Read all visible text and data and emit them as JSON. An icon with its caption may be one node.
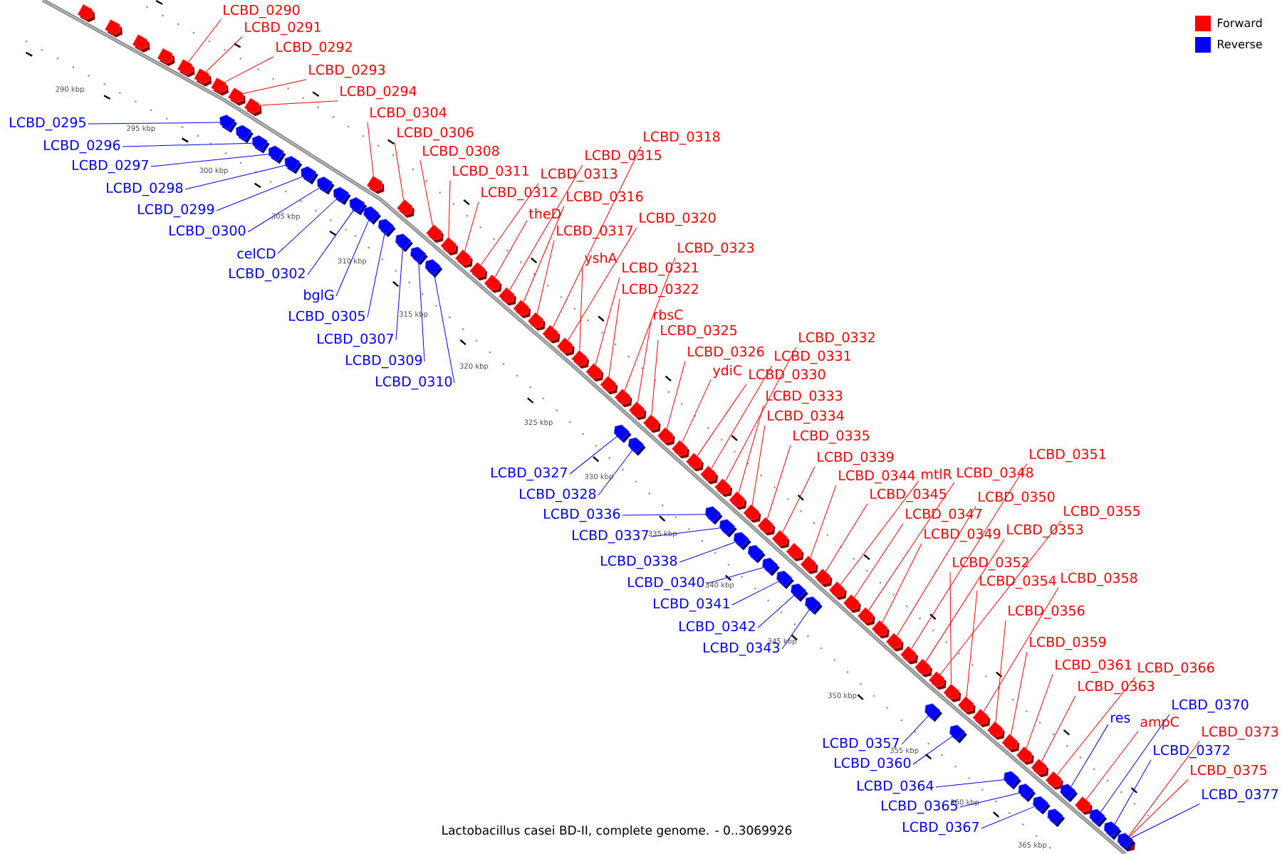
{
  "diagram": {
    "caption": "Lactobacillus casei BD-II, complete genome. - 0..3069926",
    "nodes": [
      {
        "text": [
          "LCBD_0290"
        ]
      },
      {
        "text": [
          "LCBD_0291"
        ]
      },
      {
        "text": [
          "LCBD_0292"
        ]
      },
      {
        "text": [
          "LCBD_0293"
        ]
      },
      {
        "text": [
          "LCBD_0294"
        ]
      },
      {
        "text": [
          "LCBD_0295"
        ]
      },
      {
        "text": [
          "LCBD_0296"
        ]
      },
      {
        "text": [
          "LCBD_0297"
        ]
      },
      {
        "text": [
          "LCBD_0298"
        ]
      },
      {
        "text": [
          "LCBD_0299"
        ]
      },
      {
        "text": [
          "LCBD_0300"
        ]
      },
      {
        "text": [
          "celCD"
        ]
      },
      {
        "text": [
          "LCBD_0302"
        ]
      },
      {
        "text": [
          "LCBD_0304"
        ]
      },
      {
        "text": [
          "bglG"
        ]
      },
      {
        "text": [
          "LCBD_0305"
        ]
      },
      {
        "text": [
          "LCBD_0306"
        ]
      },
      {
        "text": [
          "LCBD_0307"
        ]
      },
      {
        "text": [
          "LCBD_0308"
        ]
      },
      {
        "text": [
          "LCBD_0309"
        ]
      },
      {
        "text": [
          "LCBD_0310"
        ]
      },
      {
        "text": [
          "LCBD_0311"
        ]
      },
      {
        "text": [
          "LCBD_0312"
        ]
      },
      {
        "text": [
          "LCBD_0313"
        ]
      },
      {
        "text": [
          "theD"
        ]
      },
      {
        "text": [
          "LCBD_0315"
        ]
      },
      {
        "text": [
          "LCBD_0316"
        ]
      },
      {
        "text": [
          "LCBD_0317"
        ]
      },
      {
        "text": [
          "LCBD_0318"
        ]
      },
      {
        "text": [
          "LCBD_0320"
        ]
      },
      {
        "text": [
          "yshA"
        ]
      },
      {
        "text": [
          "LCBD_0321"
        ]
      },
      {
        "text": [
          "LCBD_0322"
        ]
      },
      {
        "text": [
          "LCBD_0323"
        ]
      },
      {
        "text": [
          "rbsC"
        ]
      },
      {
        "text": [
          "LCBD_0325"
        ]
      },
      {
        "text": [
          "LCBD_0326"
        ]
      },
      {
        "text": [
          "LCBD_0327"
        ]
      },
      {
        "text": [
          "LCBD_0328"
        ]
      },
      {
        "text": [
          "ydiC"
        ]
      },
      {
        "text": [
          "LCBD_0330"
        ]
      },
      {
        "text": [
          "LCBD_0331"
        ]
      },
      {
        "text": [
          "LCBD_0332"
        ]
      },
      {
        "text": [
          "LCBD_0333"
        ]
      },
      {
        "text": [
          "LCBD_0334"
        ]
      },
      {
        "text": [
          "LCBD_0335"
        ]
      },
      {
        "text": [
          "LCBD_0336"
        ]
      },
      {
        "text": [
          "LCBD_0337"
        ]
      },
      {
        "text": [
          "LCBD_0338"
        ]
      },
      {
        "text": [
          "LCBD_0339"
        ]
      },
      {
        "text": [
          "LCBD_0340"
        ]
      },
      {
        "text": [
          "LCBD_0341"
        ]
      },
      {
        "text": [
          "LCBD_0342"
        ]
      },
      {
        "text": [
          "LCBD_0343"
        ]
      },
      {
        "text": [
          "LCBD_0344"
        ]
      },
      {
        "text": [
          "mtlR"
        ]
      },
      {
        "text": [
          "LCBD_0345"
        ]
      },
      {
        "text": [
          "LCBD_0347"
        ]
      },
      {
        "text": [
          "LCBD_0348"
        ]
      },
      {
        "text": [
          "LCBD_0349"
        ]
      },
      {
        "text": [
          "LCBD_0350"
        ]
      },
      {
        "text": [
          "LCBD_0351"
        ]
      },
      {
        "text": [
          "LCBD_0352"
        ]
      },
      {
        "text": [
          "LCBD_0353"
        ]
      },
      {
        "text": [
          "LCBD_0354"
        ]
      },
      {
        "text": [
          "LCBD_0355"
        ]
      },
      {
        "text": [
          "LCBD_0356"
        ]
      },
      {
        "text": [
          "LCBD_0357"
        ]
      },
      {
        "text": [
          "LCBD_0358"
        ]
      },
      {
        "text": [
          "LCBD_0359"
        ]
      },
      {
        "text": [
          "LCBD_0360"
        ]
      },
      {
        "text": [
          "LCBD_0361"
        ]
      },
      {
        "text": [
          "LCBD_0363"
        ]
      },
      {
        "text": [
          "LCBD_0364"
        ]
      },
      {
        "text": [
          "LCBD_0365"
        ]
      },
      {
        "text": [
          "LCBD_0366"
        ]
      },
      {
        "text": [
          "LCBD_0367"
        ]
      },
      {
        "text": [
          "res"
        ]
      },
      {
        "text": [
          "ampC"
        ]
      },
      {
        "text": [
          "LCBD_0370"
        ]
      },
      {
        "text": [
          "LCBD_0372"
        ]
      },
      {
        "text": [
          "LCBD_0373"
        ]
      },
      {
        "text": [
          "LCBD_0375"
        ]
      },
      {
        "text": [
          "LCBD_0377"
        ]
      },
      {
        "text": [],
        "shape": "arrow"
      },
      {
        "text": [],
        "shape": "arrow"
      },
      {
        "text": [],
        "shape": "arrow"
      },
      {
        "text": [],
        "shape": "arrow"
      },
      {
        "text": [],
        "shape": "arrow"
      },
      {
        "text": [],
        "shape": "arrow"
      },
      {
        "text": [],
        "shape": "arrow"
      },
      {
        "text": [],
        "shape": "arrow"
      },
      {
        "text": [],
        "shape": "arrow"
      },
      {
        "text": [],
        "shape": "arrow"
      },
      {
        "text": [],
        "shape": "arrow"
      },
      {
        "text": [],
        "shape": "arrow"
      },
      {
        "text": [],
        "shape": "arrow"
      },
      {
        "text": [],
        "shape": "arrow"
      },
      {
        "text": [],
        "shape": "arrow"
      },
      {
        "text": [],
        "shape": "arrow"
      },
      {
        "text": [],
        "shape": "arrow"
      },
      {
        "text": [],
        "shape": "arrow"
      },
      {
        "text": [],
        "shape": "arrow"
      },
      {
        "text": [],
        "shape": "arrow"
      },
      {
        "text": [],
        "shape": "arrow"
      },
      {
        "text": [],
        "shape": "arrow"
      },
      {
        "text": [],
        "shape": "arrow"
      },
      {
        "text": [],
        "shape": "arrow"
      },
      {
        "text": [],
        "shape": "arrow"
      },
      {
        "text": [],
        "shape": "arrow"
      },
      {
        "text": [],
        "shape": "arrow"
      },
      {
        "text": [],
        "shape": "arrow"
      },
      {
        "text": [],
        "shape": "arrow"
      },
      {
        "text": [],
        "shape": "arrow"
      },
      {
        "text": [],
        "shape": "arrow"
      },
      {
        "text": [],
        "shape": "arrow"
      },
      {
        "text": [],
        "shape": "arrow"
      },
      {
        "text": [],
        "shape": "arrow"
      },
      {
        "text": [],
        "shape": "arrow"
      },
      {
        "text": [],
        "shape": "arrow"
      },
      {
        "text": [],
        "shape": "arrow"
      },
      {
        "text": [],
        "shape": "arrow"
      },
      {
        "text": [],
        "shape": "arrow"
      },
      {
        "text": [],
        "shape": "arrow"
      },
      {
        "text": [],
        "shape": "arrow"
      },
      {
        "text": [],
        "shape": "arrow"
      },
      {
        "text": [],
        "shape": "arrow"
      },
      {
        "text": [],
        "shape": "arrow"
      },
      {
        "text": [],
        "shape": "arrow"
      },
      {
        "text": [],
        "shape": "arrow"
      },
      {
        "text": [],
        "shape": "arrow"
      },
      {
        "text": [],
        "shape": "arrow"
      },
      {
        "text": [],
        "shape": "arrow"
      },
      {
        "text": [],
        "shape": "arrow"
      },
      {
        "text": [],
        "shape": "arrow"
      },
      {
        "text": [],
        "shape": "arrow"
      },
      {
        "text": [],
        "shape": "arrow"
      },
      {
        "text": [],
        "shape": "arrow"
      },
      {
        "text": [],
        "shape": "arrow"
      },
      {
        "text": [],
        "shape": "arrow"
      },
      {
        "text": [],
        "shape": "arrow"
      },
      {
        "text": [],
        "shape": "arrow"
      },
      {
        "text": [],
        "shape": "arrow"
      },
      {
        "text": [],
        "shape": "arrow"
      },
      {
        "text": [],
        "shape": "arrow"
      },
      {
        "text": [],
        "shape": "arrow"
      },
      {
        "text": [],
        "shape": "arrow"
      },
      {
        "text": [],
        "shape": "arrow"
      },
      {
        "text": [],
        "shape": "arrow"
      },
      {
        "text": [],
        "shape": "arrow"
      },
      {
        "text": [],
        "shape": "arrow"
      },
      {
        "text": [],
        "shape": "arrow"
      },
      {
        "text": [],
        "shape": "arrow"
      },
      {
        "text": [],
        "shape": "arrow"
      },
      {
        "text": [],
        "shape": "arrow"
      },
      {
        "text": [],
        "shape": "arrow"
      },
      {
        "text": [],
        "shape": "arrow"
      },
      {
        "text": [],
        "shape": "arrow"
      },
      {
        "text": [],
        "shape": "arrow"
      },
      {
        "text": [],
        "shape": "arrow"
      },
      {
        "text": [],
        "shape": "arrow"
      },
      {
        "text": [],
        "shape": "arrow"
      },
      {
        "text": [],
        "shape": "arrow"
      },
      {
        "text": [],
        "shape": "arrow"
      },
      {
        "text": [],
        "shape": "arrow"
      },
      {
        "text": [],
        "shape": "arrow"
      },
      {
        "text": [],
        "shape": "arrow"
      },
      {
        "text": [],
        "shape": "arrow"
      },
      {
        "text": [],
        "shape": "arrow"
      },
      {
        "text": [],
        "shape": "arrow"
      },
      {
        "text": [],
        "shape": "arrow"
      },
      {
        "text": [],
        "shape": "arrow"
      },
      {
        "text": [],
        "shape": "arrow"
      },
      {
        "text": [],
        "shape": "arrow"
      },
      {
        "text": [],
        "shape": "arrow"
      },
      {
        "text": [],
        "shape": "arrow"
      }
    ],
    "edges": [
      {
        "from": 0,
        "to": 84,
        "arrow": "none"
      },
      {
        "from": 1,
        "to": 85,
        "arrow": "none"
      },
      {
        "from": 2,
        "to": 86,
        "arrow": "none"
      },
      {
        "from": 3,
        "to": 87,
        "arrow": "none"
      },
      {
        "from": 4,
        "to": 88,
        "arrow": "none"
      },
      {
        "from": 5,
        "to": 89,
        "arrow": "none",
        "color": "#0000ff"
      },
      {
        "from": 6,
        "to": 90,
        "arrow": "none",
        "color": "#0000ff"
      },
      {
        "from": 7,
        "to": 91,
        "arrow": "none",
        "color": "#0000ff"
      },
      {
        "from": 8,
        "to": 92,
        "arrow": "none",
        "color": "#0000ff"
      },
      {
        "from": 9,
        "to": 93,
        "arrow": "none",
        "color": "#0000ff"
      },
      {
        "from": 10,
        "to": 94,
        "arrow": "none",
        "color": "#0000ff"
      },
      {
        "from": 11,
        "to": 95,
        "arrow": "none",
        "color": "#0000ff"
      },
      {
        "from": 12,
        "to": 96,
        "arrow": "none",
        "color": "#0000ff"
      },
      {
        "from": 13,
        "to": 97,
        "arrow": "none"
      },
      {
        "from": 14,
        "to": 98,
        "arrow": "none",
        "color": "#0000ff"
      },
      {
        "from": 15,
        "to": 99,
        "arrow": "none",
        "color": "#0000ff"
      },
      {
        "from": 16,
        "to": 100,
        "arrow": "none"
      },
      {
        "from": 17,
        "to": 101,
        "arrow": "none",
        "color": "#0000ff"
      },
      {
        "from": 18,
        "to": 102,
        "arrow": "none"
      },
      {
        "from": 19,
        "to": 103,
        "arrow": "none",
        "color": "#0000ff"
      },
      {
        "from": 20,
        "to": 104,
        "arrow": "none",
        "color": "#0000ff"
      },
      {
        "from": 21,
        "to": 105,
        "arrow": "none"
      },
      {
        "from": 22,
        "to": 106,
        "arrow": "none"
      },
      {
        "from": 23,
        "to": 107,
        "arrow": "none"
      },
      {
        "from": 24,
        "to": 108,
        "arrow": "none"
      },
      {
        "from": 25,
        "to": 109,
        "arrow": "none"
      },
      {
        "from": 26,
        "to": 110,
        "arrow": "none"
      },
      {
        "from": 27,
        "to": 111,
        "arrow": "none"
      },
      {
        "from": 28,
        "to": 112,
        "arrow": "none"
      },
      {
        "from": 29,
        "to": 113,
        "arrow": "none"
      },
      {
        "from": 30,
        "to": 114,
        "arrow": "none"
      },
      {
        "from": 31,
        "to": 115,
        "arrow": "none"
      },
      {
        "from": 32,
        "to": 116,
        "arrow": "none"
      },
      {
        "from": 33,
        "to": 117,
        "arrow": "none"
      },
      {
        "from": 34,
        "to": 118,
        "arrow": "none"
      },
      {
        "from": 35,
        "to": 119,
        "arrow": "none"
      },
      {
        "from": 36,
        "to": 120,
        "arrow": "none"
      },
      {
        "from": 37,
        "to": 121,
        "arrow": "none",
        "color": "#0000ff"
      },
      {
        "from": 38,
        "to": 122,
        "arrow": "none",
        "color": "#0000ff"
      },
      {
        "from": 39,
        "to": 123,
        "arrow": "none"
      },
      {
        "from": 40,
        "to": 124,
        "arrow": "none"
      },
      {
        "from": 41,
        "to": 125,
        "arrow": "none"
      },
      {
        "from": 42,
        "to": 126,
        "arrow": "none"
      },
      {
        "from": 43,
        "to": 127,
        "arrow": "none"
      },
      {
        "from": 44,
        "to": 128,
        "arrow": "none"
      },
      {
        "from": 45,
        "to": 129,
        "arrow": "none"
      },
      {
        "from": 46,
        "to": 130,
        "arrow": "none",
        "color": "#0000ff"
      },
      {
        "from": 47,
        "to": 131,
        "arrow": "none",
        "color": "#0000ff"
      },
      {
        "from": 48,
        "to": 132,
        "arrow": "none",
        "color": "#0000ff"
      },
      {
        "from": 49,
        "to": 133,
        "arrow": "none"
      },
      {
        "from": 50,
        "to": 134,
        "arrow": "none",
        "color": "#0000ff"
      },
      {
        "from": 51,
        "to": 135,
        "arrow": "none",
        "color": "#0000ff"
      },
      {
        "from": 52,
        "to": 136,
        "arrow": "none",
        "color": "#0000ff"
      },
      {
        "from": 53,
        "to": 137,
        "arrow": "none",
        "color": "#0000ff"
      },
      {
        "from": 54,
        "to": 138,
        "arrow": "none"
      },
      {
        "from": 55,
        "to": 139,
        "arrow": "none"
      },
      {
        "from": 56,
        "to": 140,
        "arrow": "none"
      },
      {
        "from": 57,
        "to": 141,
        "arrow": "none"
      },
      {
        "from": 58,
        "to": 142,
        "arrow": "none"
      },
      {
        "from": 59,
        "to": 143,
        "arrow": "none"
      },
      {
        "from": 60,
        "to": 144,
        "arrow": "none"
      },
      {
        "from": 61,
        "to": 145,
        "arrow": "none"
      },
      {
        "from": 62,
        "to": 146,
        "arrow": "none"
      },
      {
        "from": 63,
        "to": 147,
        "arrow": "none"
      },
      {
        "from": 64,
        "to": 148,
        "arrow": "none"
      },
      {
        "from": 65,
        "to": 149,
        "arrow": "none"
      },
      {
        "from": 66,
        "to": 150,
        "arrow": "none"
      },
      {
        "from": 67,
        "to": 151,
        "arrow": "none",
        "color": "#0000ff"
      },
      {
        "from": 68,
        "to": 152,
        "arrow": "none"
      },
      {
        "from": 69,
        "to": 153,
        "arrow": "none"
      },
      {
        "from": 70,
        "to": 154,
        "arrow": "none",
        "color": "#0000ff"
      },
      {
        "from": 71,
        "to": 155,
        "arrow": "none"
      },
      {
        "from": 72,
        "to": 156,
        "arrow": "none"
      },
      {
        "from": 73,
        "to": 157,
        "arrow": "none",
        "color": "#0000ff"
      },
      {
        "from": 74,
        "to": 158,
        "arrow": "none",
        "color": "#0000ff"
      },
      {
        "from": 75,
        "to": 159,
        "arrow": "none"
      },
      {
        "from": 76,
        "to": 160,
        "arrow": "none",
        "color": "#0000ff"
      },
      {
        "from": 77,
        "to": 161,
        "arrow": "none",
        "color": "#0000ff"
      },
      {
        "from": 78,
        "to": 162,
        "arrow": "none"
      },
      {
        "from": 79,
        "to": 163,
        "arrow": "none",
        "color": "#0000ff"
      },
      {
        "from": 80,
        "to": 164,
        "arrow": "none",
        "color": "#0000ff"
      },
      {
        "from": 81,
        "to": 165,
        "arrow": "none"
      },
      {
        "from": 82,
        "to": 166,
        "arrow": "none"
      },
      {
        "from": 83,
        "to": 167,
        "arrow": "none",
        "color": "#0000ff"
      }
    ],
    "labels": [
      "290 kbp",
      "295 kbp",
      "300 kbp",
      "305 kbp",
      "310 kbp",
      "315 kbp",
      "320 kbp",
      "325 kbp",
      "330 kbp",
      "335 kbp",
      "340 kbp",
      "345 kbp",
      "350 kbp",
      "355 kbp",
      "360 kbp",
      "365 kbp"
    ],
    "legend": [
      {
        "text": "Forward",
        "color": "#ff0000"
      },
      {
        "text": "Reverse",
        "color": "#0000ff"
      }
    ]
  }
}
